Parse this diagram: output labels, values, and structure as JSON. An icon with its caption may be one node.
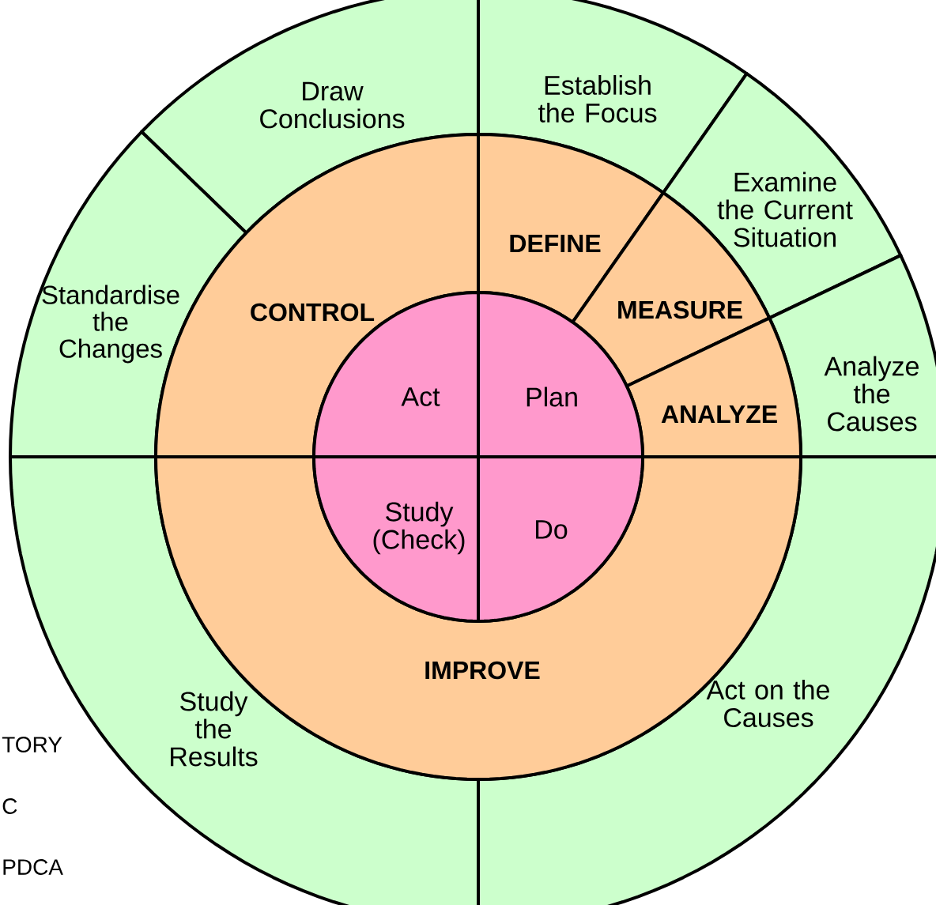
{
  "diagram": {
    "nodes": [
      {
        "text": [
          "Draw Conclusions"
        ]
      },
      {
        "text": [
          "Establish the Focus"
        ]
      },
      {
        "text": [
          "Examine the Current Situation"
        ]
      },
      {
        "text": [
          "Standardise the Changes"
        ]
      },
      {
        "text": [
          "CONTROL"
        ]
      },
      {
        "text": [
          "DEFINE"
        ]
      },
      {
        "text": [
          "MEASURE"
        ]
      },
      {
        "text": [
          "Act"
        ]
      },
      {
        "text": [
          "Plan"
        ]
      },
      {
        "text": [
          "ANALYZE"
        ]
      },
      {
        "text": [
          "Analyze the Causes"
        ]
      },
      {
        "text": [
          "Study (Check)"
        ]
      },
      {
        "text": [
          "Do"
        ]
      },
      {
        "text": [
          "IMPROVE"
        ]
      },
      {
        "text": [
          "Act on the Causes"
        ]
      },
      {
        "text": [
          "Study the Results"
        ]
      }
    ],
    "labels": [
      "TORY",
      "C",
      "PDCA"
    ]
  }
}
